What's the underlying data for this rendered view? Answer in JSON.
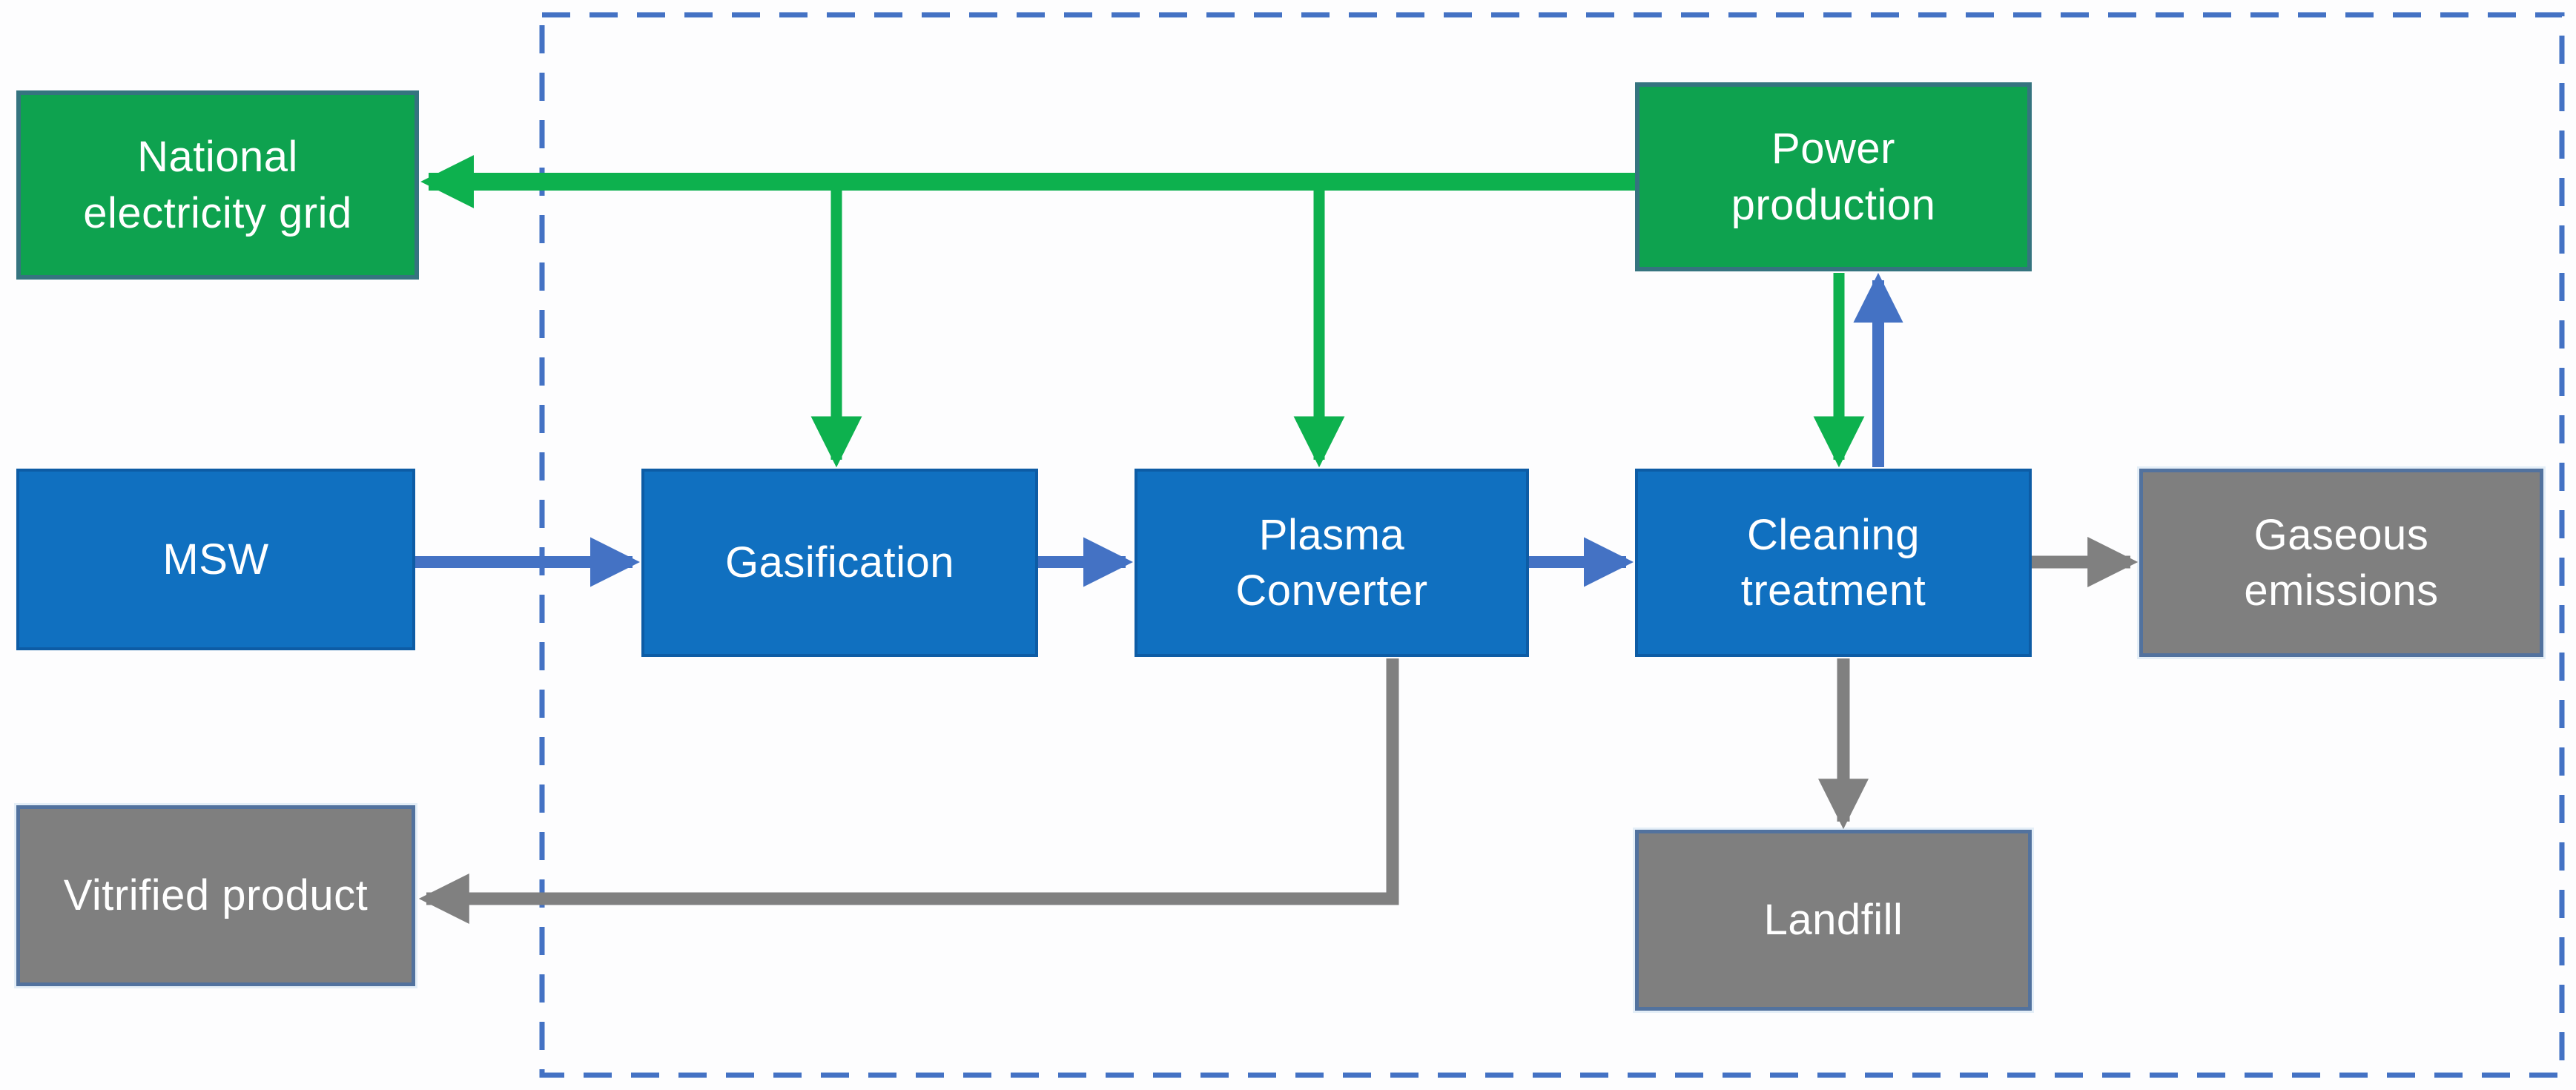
{
  "diagram": {
    "boundary": {
      "type": "system-boundary",
      "line_style": "dashed"
    },
    "boxes": {
      "national_grid": {
        "label": "National electricity grid",
        "lines": [
          "National",
          "electricity grid"
        ],
        "color": "green"
      },
      "power_production": {
        "label": "Power production",
        "lines": [
          "Power",
          "production"
        ],
        "color": "green"
      },
      "msw": {
        "label": "MSW",
        "lines": [
          "MSW"
        ],
        "color": "blue"
      },
      "gasification": {
        "label": "Gasification",
        "lines": [
          "Gasification"
        ],
        "color": "blue"
      },
      "plasma_converter": {
        "label": "Plasma Converter",
        "lines": [
          "Plasma",
          "Converter"
        ],
        "color": "blue"
      },
      "cleaning_treatment": {
        "label": "Cleaning treatment",
        "lines": [
          "Cleaning",
          "treatment"
        ],
        "color": "blue"
      },
      "gaseous_emissions": {
        "label": "Gaseous emissions",
        "lines": [
          "Gaseous",
          "emissions"
        ],
        "color": "gray"
      },
      "vitrified_product": {
        "label": "Vitrified product",
        "lines": [
          "Vitrified product"
        ],
        "color": "gray"
      },
      "landfill": {
        "label": "Landfill",
        "lines": [
          "Landfill"
        ],
        "color": "gray"
      }
    },
    "flows": [
      {
        "from": "MSW",
        "to": "Gasification",
        "color": "blue"
      },
      {
        "from": "Gasification",
        "to": "Plasma Converter",
        "color": "blue"
      },
      {
        "from": "Plasma Converter",
        "to": "Cleaning treatment",
        "color": "blue"
      },
      {
        "from": "Cleaning treatment",
        "to": "Power production",
        "color": "blue"
      },
      {
        "from": "Power production",
        "to": "National electricity grid",
        "color": "green"
      },
      {
        "from": "Power production",
        "to": "Gasification",
        "color": "green"
      },
      {
        "from": "Power production",
        "to": "Plasma Converter",
        "color": "green"
      },
      {
        "from": "Power production",
        "to": "Cleaning treatment",
        "color": "green"
      },
      {
        "from": "Plasma Converter",
        "to": "Vitrified product",
        "color": "gray"
      },
      {
        "from": "Cleaning treatment",
        "to": "Gaseous emissions",
        "color": "gray"
      },
      {
        "from": "Cleaning treatment",
        "to": "Landfill",
        "color": "gray"
      }
    ]
  },
  "colors": {
    "box_green": "#0ea24f",
    "box_green_border": "#35747f",
    "box_blue": "#1070c0",
    "box_blue_border": "#0d5ca5",
    "box_gray": "#7f7f7f",
    "box_gray_border": "#52729e",
    "arrow_green": "#0db14e",
    "arrow_blue": "#4472c4",
    "arrow_gray": "#808080",
    "boundary_dash": "#4472c4",
    "text": "#ffffff",
    "background": "#fdfdfe"
  }
}
